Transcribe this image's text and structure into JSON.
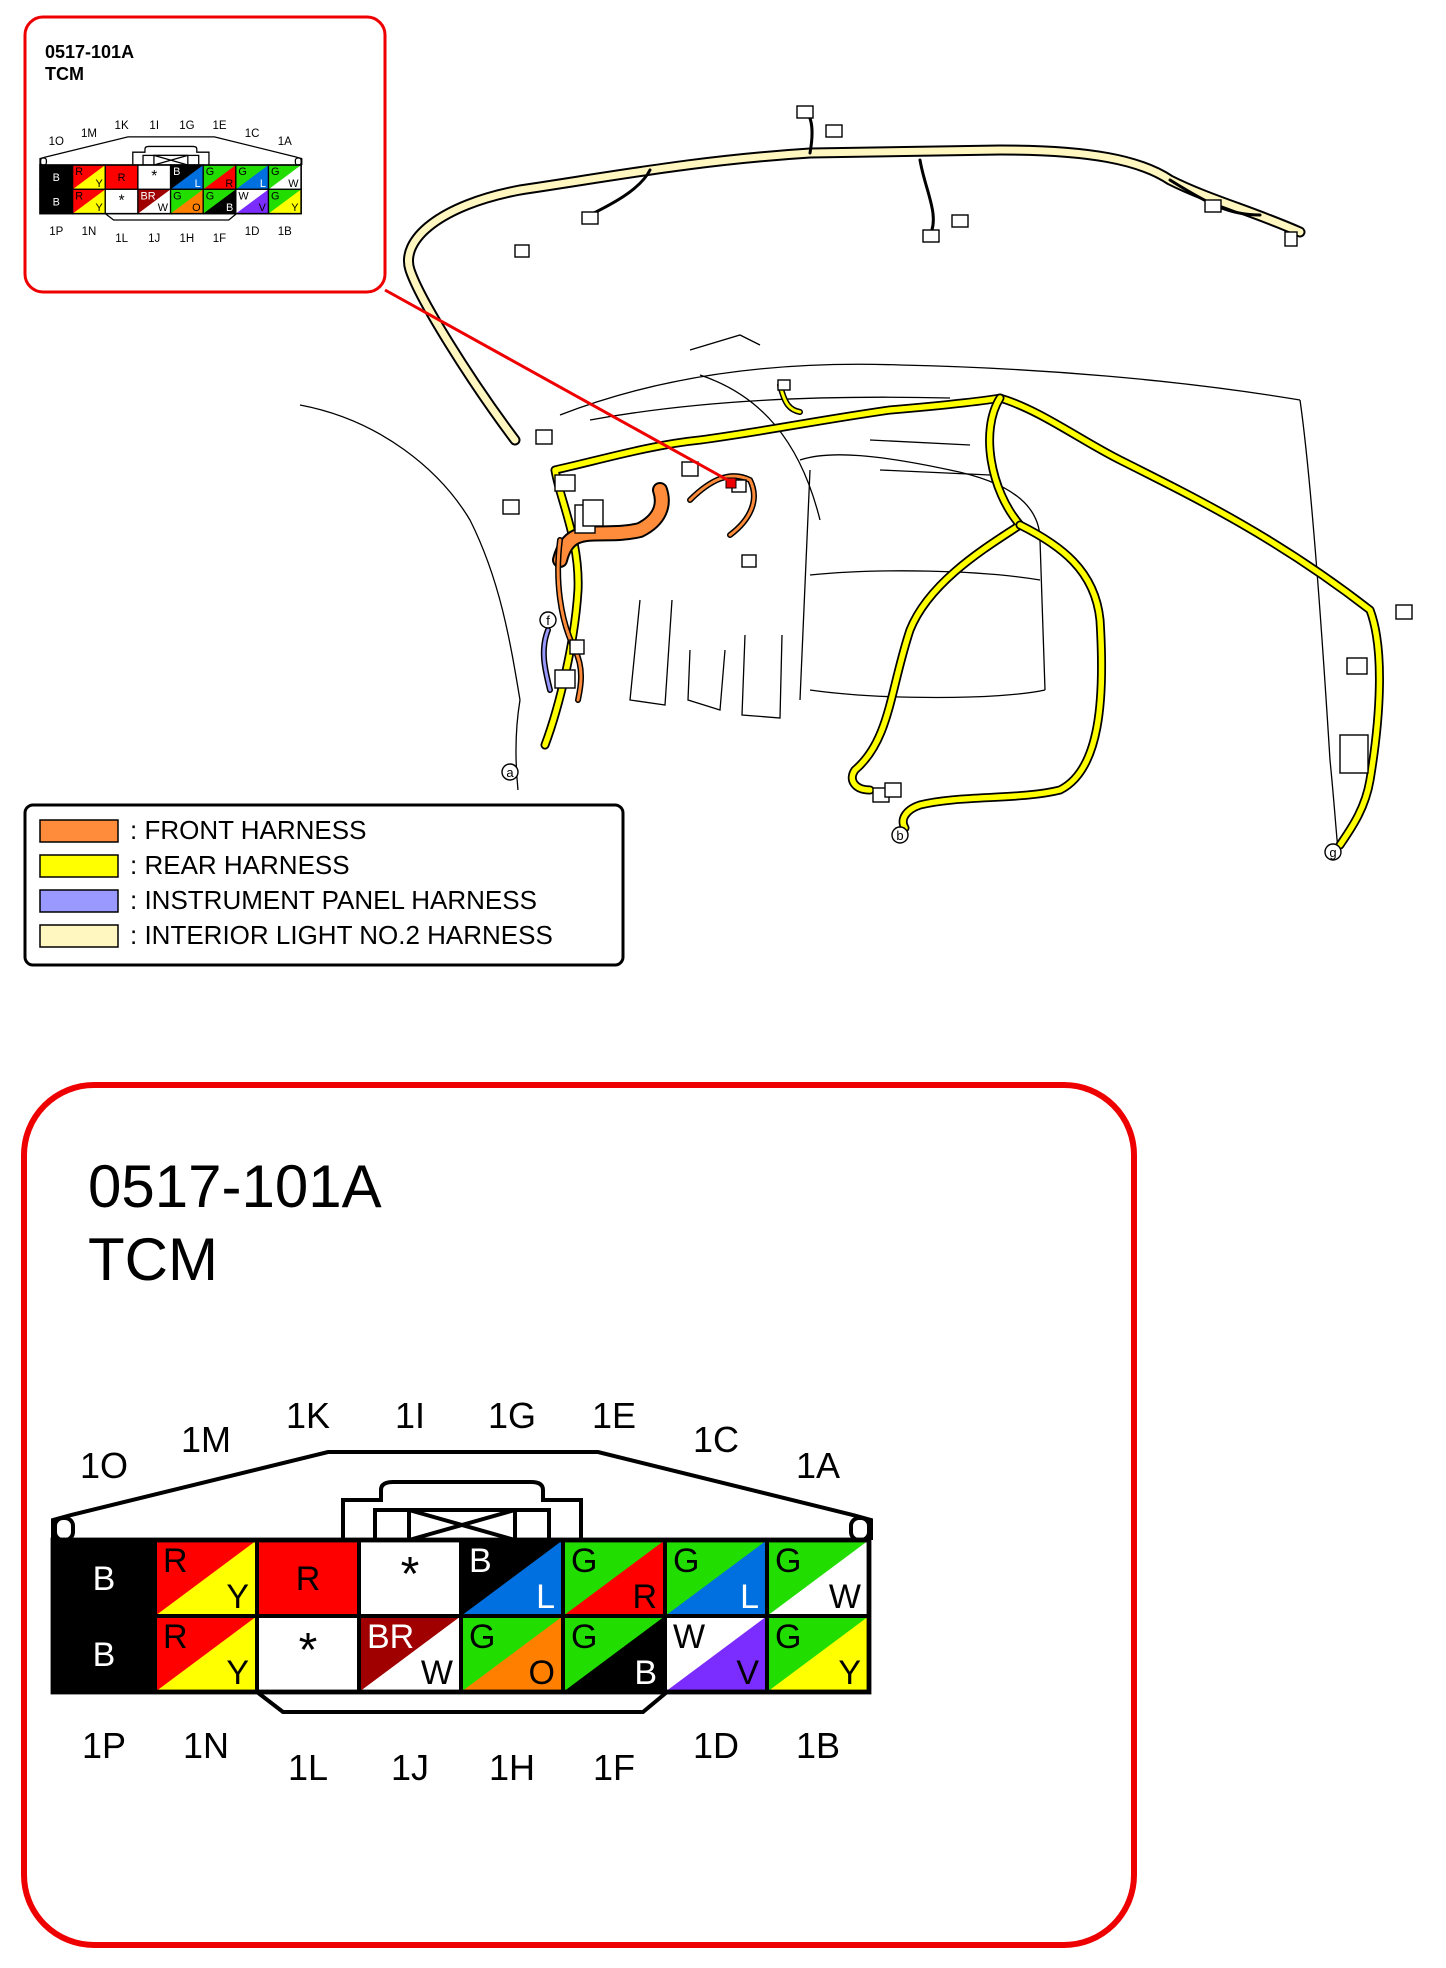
{
  "connector": {
    "code": "0517-101A",
    "name": "TCM",
    "top_labels": [
      "1O",
      "1M",
      "1K",
      "1I",
      "1G",
      "1E",
      "1C",
      "1A"
    ],
    "bottom_labels": [
      "1P",
      "1N",
      "1L",
      "1J",
      "1H",
      "1F",
      "1D",
      "1B"
    ],
    "top_row": [
      {
        "pin": "1O",
        "a": "B",
        "b": "",
        "ca": "#000000",
        "cb": ""
      },
      {
        "pin": "1M",
        "a": "R",
        "b": "Y",
        "ca": "#ff0000",
        "cb": "#ffff00"
      },
      {
        "pin": "1K",
        "a": "R",
        "b": "",
        "ca": "#ff0000",
        "cb": ""
      },
      {
        "pin": "1I",
        "a": "*",
        "b": "",
        "ca": "#ffffff",
        "cb": ""
      },
      {
        "pin": "1G",
        "a": "B",
        "b": "L",
        "ca": "#000000",
        "cb": "#0070e0"
      },
      {
        "pin": "1E",
        "a": "G",
        "b": "R",
        "ca": "#22dd00",
        "cb": "#ff0000"
      },
      {
        "pin": "1C",
        "a": "G",
        "b": "L",
        "ca": "#22dd00",
        "cb": "#0070e0"
      },
      {
        "pin": "1A",
        "a": "G",
        "b": "W",
        "ca": "#22dd00",
        "cb": "#ffffff"
      }
    ],
    "bottom_row": [
      {
        "pin": "1P",
        "a": "B",
        "b": "",
        "ca": "#000000",
        "cb": ""
      },
      {
        "pin": "1N",
        "a": "R",
        "b": "Y",
        "ca": "#ff0000",
        "cb": "#ffff00"
      },
      {
        "pin": "1L",
        "a": "*",
        "b": "",
        "ca": "#ffffff",
        "cb": ""
      },
      {
        "pin": "1J",
        "a": "BR",
        "b": "W",
        "ca": "#a00000",
        "cb": "#ffffff"
      },
      {
        "pin": "1H",
        "a": "G",
        "b": "O",
        "ca": "#22dd00",
        "cb": "#ff8000"
      },
      {
        "pin": "1F",
        "a": "G",
        "b": "B",
        "ca": "#22dd00",
        "cb": "#000000"
      },
      {
        "pin": "1D",
        "a": "W",
        "b": "V",
        "ca": "#ffffff",
        "cb": "#7b2cff"
      },
      {
        "pin": "1B",
        "a": "G",
        "b": "Y",
        "ca": "#22dd00",
        "cb": "#ffff00"
      }
    ]
  },
  "legend": [
    {
      "label": ": FRONT HARNESS",
      "color": "#ff8c3a"
    },
    {
      "label": ": REAR HARNESS",
      "color": "#ffff00"
    },
    {
      "label": ": INSTRUMENT PANEL HARNESS",
      "color": "#9999ff"
    },
    {
      "label": ": INTERIOR LIGHT NO.2 HARNESS",
      "color": "#fff6c0"
    }
  ],
  "ground_points": [
    "a",
    "b",
    "g",
    "f"
  ],
  "colors": {
    "frame": "#ee0000",
    "front_harness": "#ff8c3a",
    "rear_harness": "#ffff00",
    "ip_harness": "#9999ff",
    "interior_light_harness": "#fff6c0"
  }
}
